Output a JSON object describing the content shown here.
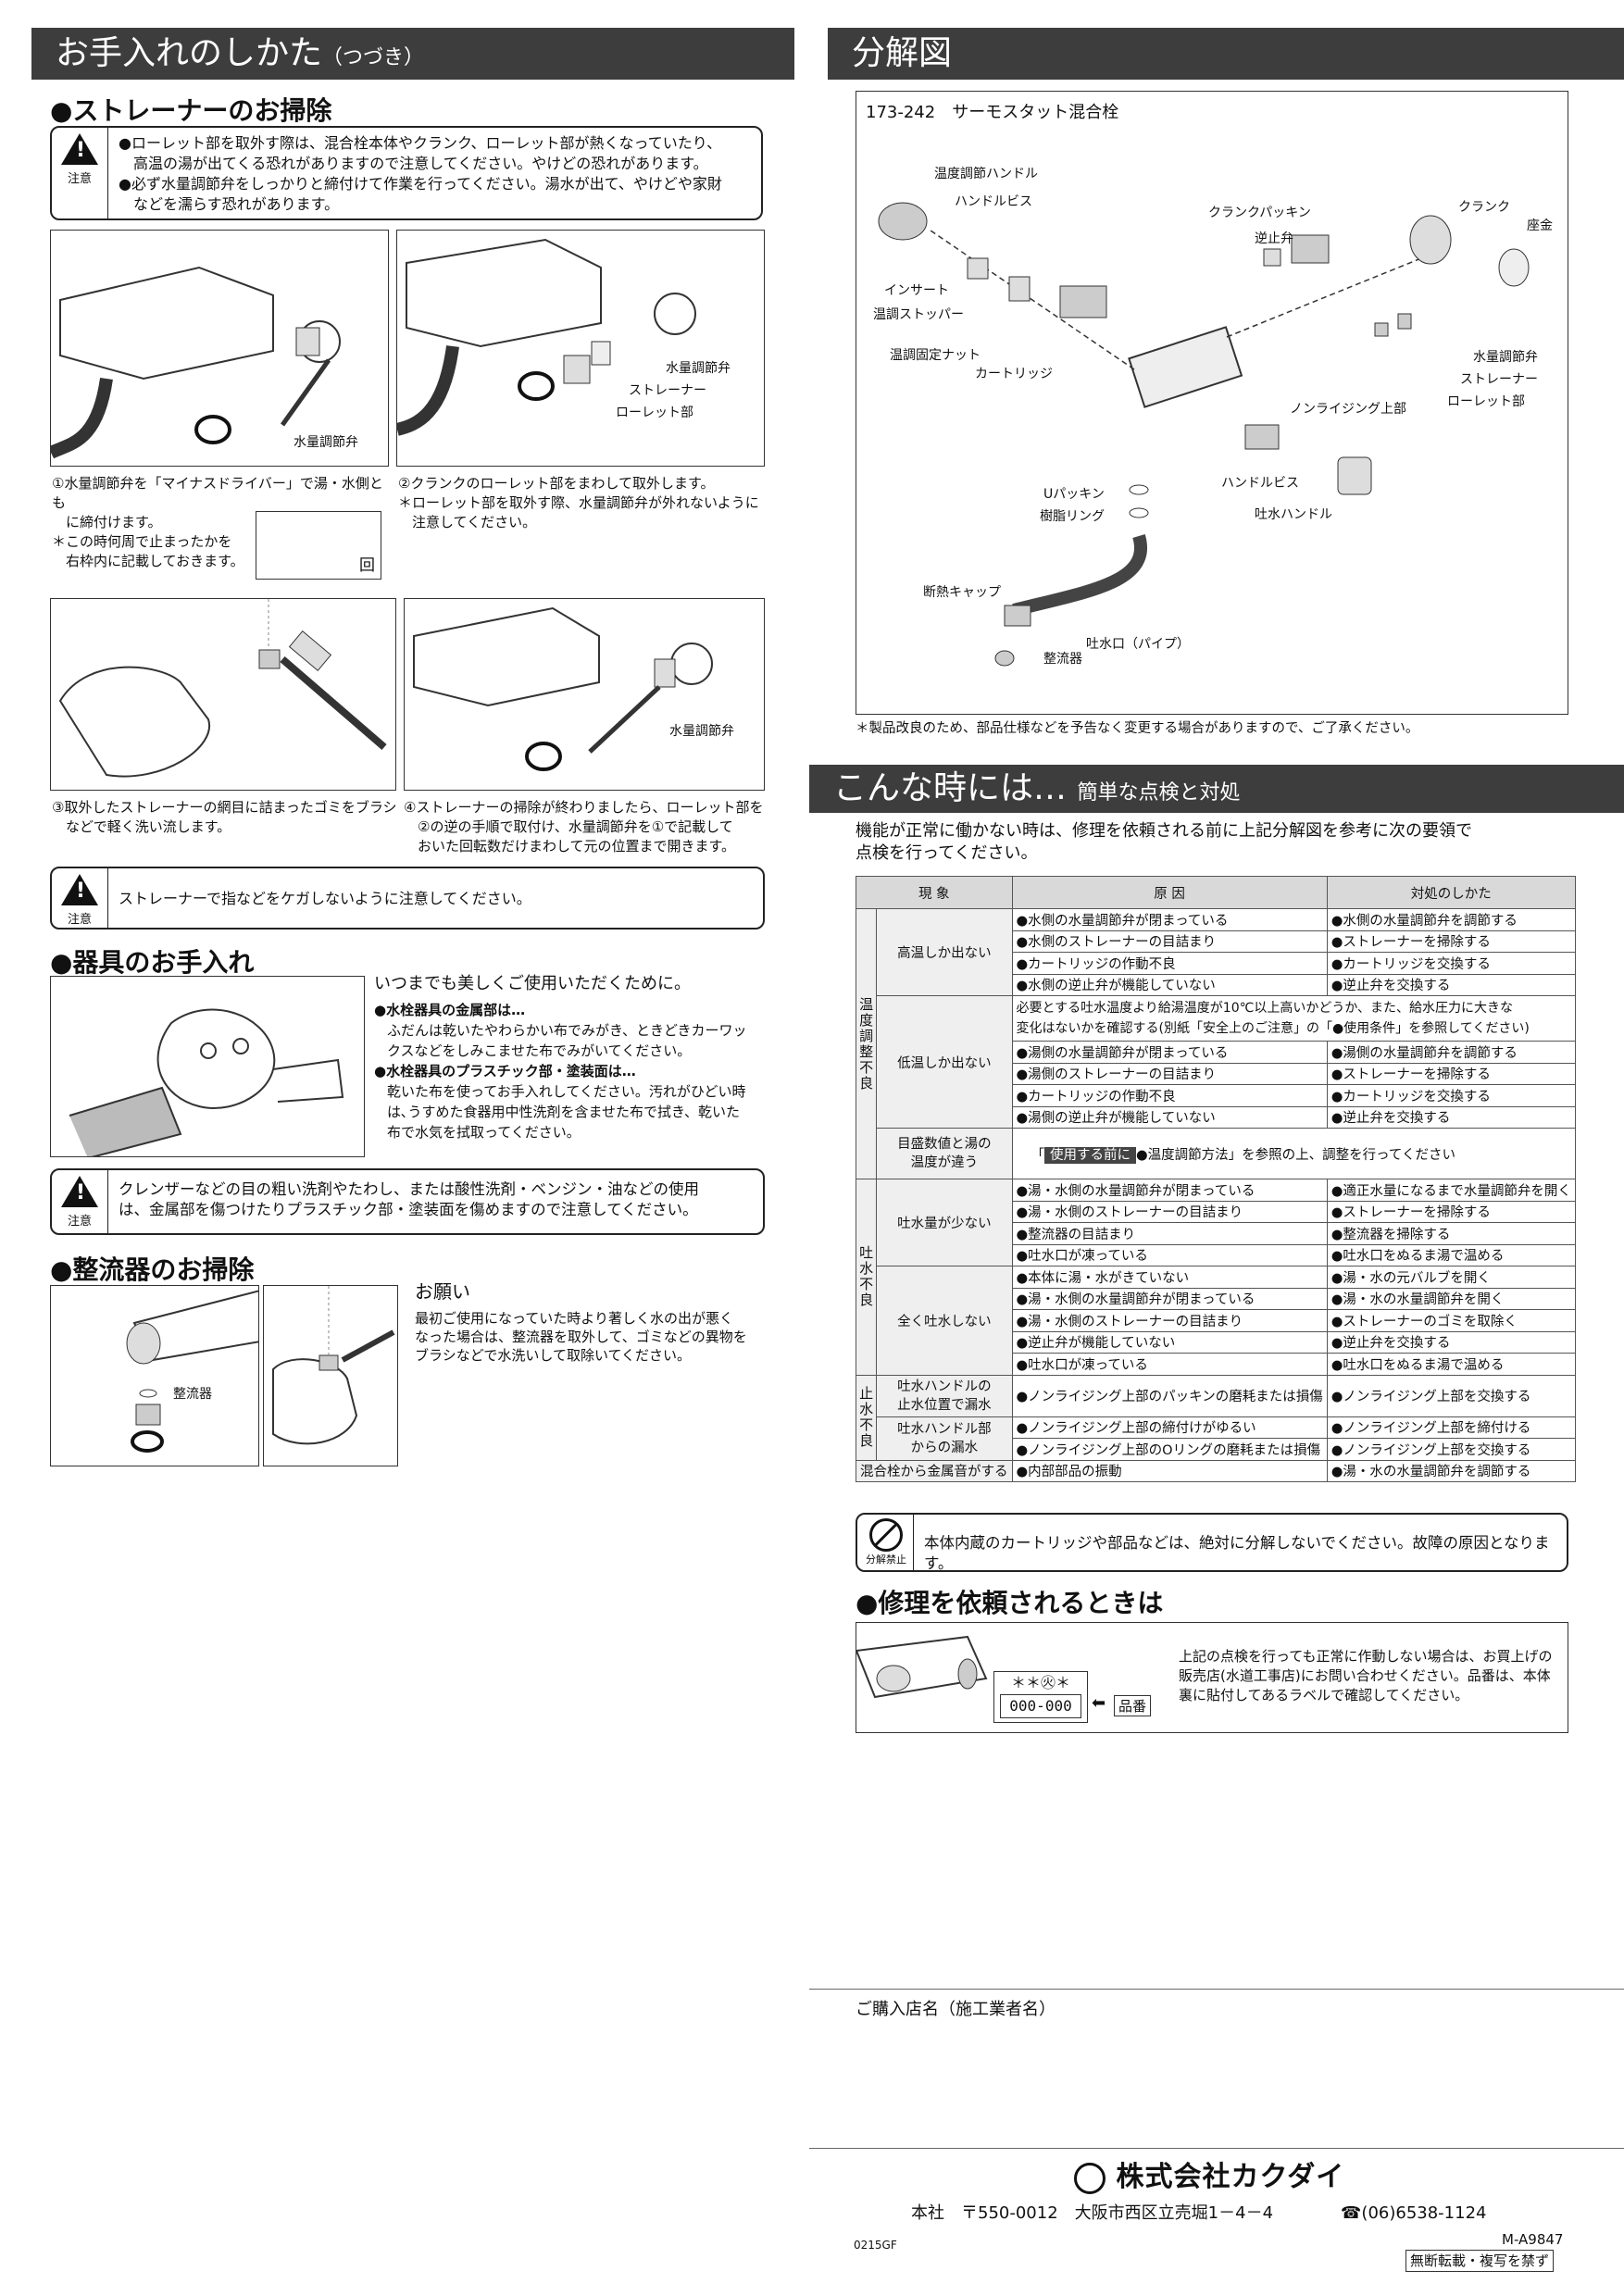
{
  "left": {
    "header": "お手入れのしかた",
    "header_sub": "（つづき）",
    "strainer": {
      "title": "●ストレーナーのお掃除",
      "caution_label": "注意",
      "caution_lines": [
        "●ローレット部を取外す際は、混合栓本体やクランク、ローレット部が熱くなっていたり、",
        "　高温の湯が出てくる恐れがありますので注意してください。やけどの恐れがあります。",
        "●必ず水量調節弁をしっかりと締付けて作業を行ってください。湯水が出て、やけどや家財",
        "　などを濡らす恐れがあります。"
      ],
      "label_valve": "水量調節弁",
      "label_strainer": "ストレーナー",
      "label_knurl": "ローレット部",
      "step1": [
        "①水量調節弁を「マイナスドライバー」で湯・水側とも",
        "　に締付けます。",
        "＊この時何周で止まったかを",
        "　右枠内に記載しておきます。"
      ],
      "step1_unit": "回",
      "step2": [
        "②クランクのローレット部をまわして取外します。",
        "＊ローレット部を取外す際、水量調節弁が外れないように",
        "　注意してください。"
      ],
      "step3": [
        "③取外したストレーナーの網目に詰まったゴミをブラシ",
        "　などで軽く洗い流します。"
      ],
      "step4": [
        "④ストレーナーの掃除が終わりましたら、ローレット部を",
        "　②の逆の手順で取付け、水量調節弁を①で記載して",
        "　おいた回転数だけまわして元の位置まで開きます。"
      ],
      "caution2": "ストレーナーで指などをケガしないように注意してください。"
    },
    "fixture": {
      "title": "●器具のお手入れ",
      "lead": "いつまでも美しくご使用いただくために。",
      "metal_head": "●水栓器具の金属部は…",
      "metal_lines": [
        "ふだんは乾いたやわらかい布でみがき、ときどきカーワッ",
        "クスなどをしみこませた布でみがいてください。"
      ],
      "plastic_head": "●水栓器具のプラスチック部・塗装面は…",
      "plastic_lines": [
        "乾いた布を使ってお手入れしてください。汚れがひどい時",
        "は､うすめた食器用中性洗剤を含ませた布で拭き、乾いた",
        "布で水気を拭取ってください。"
      ],
      "caution_lines": [
        "クレンザーなどの目の粗い洗剤やたわし、または酸性洗剤・ベンジン・油などの使用",
        "は、金属部を傷つけたりプラスチック部・塗装面を傷めますので注意してください。"
      ]
    },
    "aerator": {
      "title": "●整流器のお掃除",
      "label": "整流器",
      "request_title": "お願い",
      "request_lines": [
        "最初ご使用になっていた時より著しく水の出が悪く",
        "なった場合は、整流器を取外して、ゴミなどの異物を",
        "ブラシなどで水洗いして取除いてください。"
      ]
    }
  },
  "right": {
    "header": "分解図",
    "diagram_title": "173-242　サーモスタット混合栓",
    "parts": {
      "p1": "温度調節ハンドル",
      "p2": "ハンドルビス",
      "p3": "インサート",
      "p4": "温調ストッパー",
      "p5": "温調固定ナット",
      "p6": "カートリッジ",
      "p7": "クランクパッキン",
      "p8": "逆止弁",
      "p9": "クランク",
      "p10": "座金",
      "p11": "水量調節弁",
      "p12": "ストレーナー",
      "p13": "ローレット部",
      "p14": "ノンライジング上部",
      "p15": "ハンドルビス",
      "p16": "吐水ハンドル",
      "p17": "Uパッキン",
      "p18": "樹脂リング",
      "p19": "断熱キャップ",
      "p20": "吐水口（パイプ）",
      "p21": "整流器"
    },
    "note": "＊製品改良のため、部品仕様などを予告なく変更する場合がありますので、ご了承ください。",
    "trouble_header": "こんな時には…",
    "trouble_header_sub": "簡単な点検と対処",
    "trouble_intro": [
      "機能が正常に働かない時は、修理を依頼される前に上記分解図を参考に次の要領で",
      "点検を行ってください。"
    ],
    "table": {
      "h1": "現 象",
      "h2": "原 因",
      "h3": "対処のしかた",
      "g1": "温度調整不良",
      "s1": "高温しか出ない",
      "r1": [
        [
          "●水側の水量調節弁が閉まっている",
          "●水側の水量調節弁を調節する"
        ],
        [
          "●水側のストレーナーの目詰まり",
          "●ストレーナーを掃除する"
        ],
        [
          "●カートリッジの作動不良",
          "●カートリッジを交換する"
        ],
        [
          "●水側の逆止弁が機能していない",
          "●逆止弁を交換する"
        ]
      ],
      "s2": "低温しか出ない",
      "r2note": [
        "必要とする吐水温度より給湯温度が10℃以上高いかどうか、また、給水圧力に大きな",
        "変化はないかを確認する(別紙「安全上のご注意」の「●使用条件」を参照してください)"
      ],
      "r2": [
        [
          "●湯側の水量調節弁が閉まっている",
          "●湯側の水量調節弁を調節する"
        ],
        [
          "●湯側のストレーナーの目詰まり",
          "●ストレーナーを掃除する"
        ],
        [
          "●カートリッジの作動不良",
          "●カートリッジを交換する"
        ],
        [
          "●湯側の逆止弁が機能していない",
          "●逆止弁を交換する"
        ]
      ],
      "s3": [
        "目盛数値と湯の",
        "温度が違う"
      ],
      "r3a": "「",
      "r3tag": "使用する前に",
      "r3b": "●温度調節方法」を参照の上、調整を行ってください",
      "g2": "吐水不良",
      "s4": "吐水量が少ない",
      "r4": [
        [
          "●湯・水側の水量調節弁が閉まっている",
          "●適正水量になるまで水量調節弁を開く"
        ],
        [
          "●湯・水側のストレーナーの目詰まり",
          "●ストレーナーを掃除する"
        ],
        [
          "●整流器の目詰まり",
          "●整流器を掃除する"
        ],
        [
          "●吐水口が凍っている",
          "●吐水口をぬるま湯で温める"
        ]
      ],
      "s5": "全く吐水しない",
      "r5": [
        [
          "●本体に湯・水がきていない",
          "●湯・水の元バルブを開く"
        ],
        [
          "●湯・水側の水量調節弁が閉まっている",
          "●湯・水の水量調節弁を開く"
        ],
        [
          "●湯・水側のストレーナーの目詰まり",
          "●ストレーナーのゴミを取除く"
        ],
        [
          "●逆止弁が機能していない",
          "●逆止弁を交換する"
        ],
        [
          "●吐水口が凍っている",
          "●吐水口をぬるま湯で温める"
        ]
      ],
      "g3": "止水不良",
      "s6": [
        "吐水ハンドルの",
        "止水位置で漏水"
      ],
      "r6": [
        "●ノンライジング上部のパッキンの磨耗または損傷",
        "●ノンライジング上部を交換する"
      ],
      "s7": [
        "吐水ハンドル部",
        "からの漏水"
      ],
      "r7": [
        [
          "●ノンライジング上部の締付けがゆるい",
          "●ノンライジング上部を締付ける"
        ],
        [
          "●ノンライジング上部のOリングの磨耗または損傷",
          "●ノンライジング上部を交換する"
        ]
      ],
      "s8": "混合栓から金属音がする",
      "r8": [
        "●内部部品の振動",
        "●湯・水の水量調節弁を調節する"
      ]
    },
    "prohibit_label": "分解禁止",
    "prohibit_text": "本体内蔵のカートリッジや部品などは、絶対に分解しないでください。故障の原因となります。",
    "repair_title": "●修理を依頼されるときは",
    "repair_label_top": "＊＊㊋＊",
    "repair_label_code": "000-000",
    "repair_arrow": "⬅",
    "repair_tag": "品番",
    "repair_lines": [
      "上記の点検を行っても正常に作動しない場合は、お買上げの",
      "販売店(水道工事店)にお問い合わせください。品番は、本体",
      "裏に貼付してあるラベルで確認してください。"
    ],
    "shop_label": "ご購入店名（施工業者名）",
    "company": "株式会社カクダイ",
    "address": "本社　〒550-0012　大阪市西区立売堀1－4－4",
    "phone": "☎(06)6538-1124",
    "doc_code": "M-A9847",
    "copy_notice": "無断転載・複写を禁ず",
    "print_code": "0215GF"
  },
  "colors": {
    "header_bg": "#3d3d3d",
    "table_head": "#d9d9d9"
  }
}
